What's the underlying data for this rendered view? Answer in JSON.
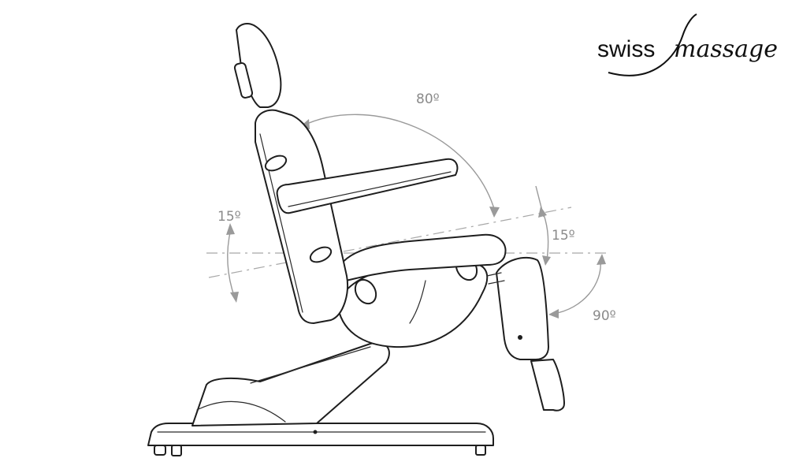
{
  "brand": {
    "word1": "swiss",
    "word2": "massage"
  },
  "angles": {
    "backrest": "80º",
    "tilt_left": "15º",
    "tilt_right": "15º",
    "legrest": "90º"
  },
  "colors": {
    "line": "#1e1e1e",
    "dimension": "#9a9a9a",
    "background": "#ffffff"
  }
}
